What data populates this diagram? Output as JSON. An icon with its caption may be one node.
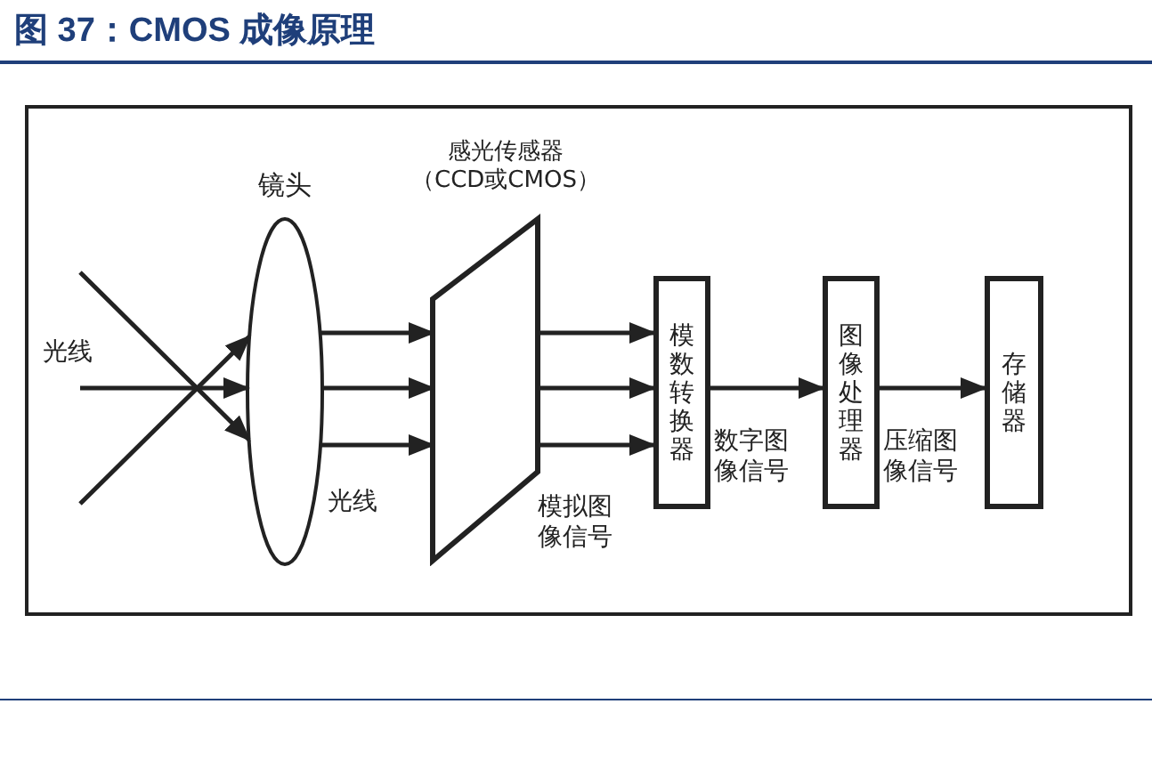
{
  "diagram": {
    "title": "图 37：CMOS 成像原理",
    "nodes": [
      {
        "text": [
          "镜头"
        ]
      },
      {
        "text": [
          "感光传感器（CCD或CMOS）"
        ]
      },
      {
        "text": [
          "模数转换器"
        ]
      },
      {
        "text": [
          "图像处理器"
        ]
      },
      {
        "text": [
          "存储器"
        ]
      }
    ],
    "edges": [
      {
        "from": null,
        "to": 0,
        "arrow": "to"
      },
      {
        "from": null,
        "to": 0,
        "arrow": "to",
        "label": "光线"
      },
      {
        "from": null,
        "to": 0,
        "arrow": "to"
      },
      {
        "from": 0,
        "to": 1,
        "arrow": "to"
      },
      {
        "from": 0,
        "to": 1,
        "arrow": "to"
      },
      {
        "from": 0,
        "to": 1,
        "arrow": "to",
        "label": "光线"
      },
      {
        "from": 1,
        "to": 2,
        "arrow": "to"
      },
      {
        "from": 1,
        "to": 2,
        "arrow": "to"
      },
      {
        "from": 1,
        "to": 2,
        "arrow": "to",
        "label": "模拟图像信号"
      },
      {
        "from": 2,
        "to": 3,
        "arrow": "to",
        "label": "数字图像信号"
      },
      {
        "from": 3,
        "to": 4,
        "arrow": "to",
        "label": "压缩图像信号"
      }
    ]
  }
}
